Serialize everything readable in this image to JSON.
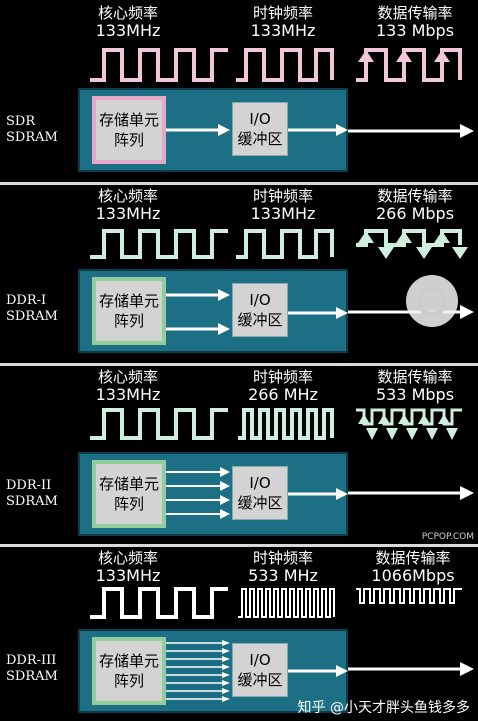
{
  "headers": {
    "core": "核心频率",
    "clock": "时钟频率",
    "transfer": "数据传输率"
  },
  "memory_cell": {
    "line1": "存储单元",
    "line2": "阵列"
  },
  "io_buffer": {
    "line1": "I/O",
    "line2": "缓冲区"
  },
  "panels": [
    {
      "label1": "SDR",
      "label2": "SDRAM",
      "core": "133MHz",
      "clock": "133MHz",
      "transfer": "133 Mbps"
    },
    {
      "label1": "DDR-I",
      "label2": "SDRAM",
      "core": "133MHz",
      "clock": "133MHz",
      "transfer": "266 Mbps"
    },
    {
      "label1": "DDR-II",
      "label2": "SDRAM",
      "core": "133MHz",
      "clock": "266 MHz",
      "transfer": "533 Mbps"
    },
    {
      "label1": "DDR-III",
      "label2": "SDRAM",
      "core": "133MHz",
      "clock": "533 MHz",
      "transfer": "1066Mbps"
    }
  ],
  "watermark": "知乎 @小天才胖头鱼钱多多",
  "pcpop": "PCPOP.COM",
  "colors": {
    "sdr_wave": "#f2c7dc",
    "ddr_wave": "#cfeedd",
    "box_fill": "#1d6f86",
    "cell_fill": "#d3d3d3"
  }
}
